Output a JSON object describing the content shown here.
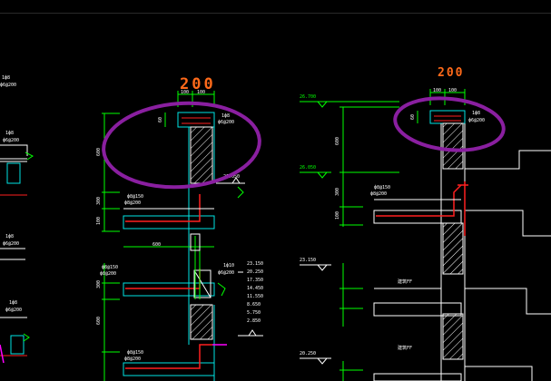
{
  "window": {
    "background": "#000000"
  },
  "colors": {
    "white": "#ffffff",
    "green": "#00ff00",
    "cyan": "#00e5e5",
    "red": "#ff2020",
    "magenta": "#ff00ff",
    "orange": "#ff6a1a",
    "purple": "#8a1fa0"
  },
  "annotations": {
    "left_handwritten": "200",
    "right_handwritten": "200"
  },
  "left_detail": {
    "dims_top": [
      "100",
      "100"
    ],
    "dim_cap": "60",
    "rebar_cap_top": "1ф8",
    "rebar_cap_bot": "ф6@200",
    "elev_a": "26.050",
    "dim_wall": "600",
    "rebar_slab": "ф8@150",
    "rebar_slab2": "ф8@200",
    "dim_300": "300",
    "dim_100": "100",
    "dim_600": "600",
    "rebar_mid_a": "ф8@150",
    "rebar_mid_b": "ф8@200",
    "rebar_mid_c": "1ф10",
    "rebar_mid_d": "ф6@200",
    "elevations": [
      "23.150",
      "20.250",
      "17.350",
      "14.450",
      "11.550",
      "8.650",
      "5.750",
      "2.850"
    ],
    "rebar_low": "ф8@150",
    "rebar_low2": "ф8@200"
  },
  "right_detail": {
    "elev_top": "26.700",
    "dims_top": [
      "100",
      "100"
    ],
    "dim_cap": "60",
    "rebar_cap_top": "1ф8",
    "rebar_cap_bot": "ф6@200",
    "dim_600": "600",
    "elev_b": "26.050",
    "rebar_a": "ф8@150",
    "rebar_b": "ф8@200",
    "dim_300": "300",
    "dim_100": "100",
    "elev_c": "23.150",
    "label_1": "建筑FF",
    "elev_d": "20.250",
    "label_2": "建筑FF"
  },
  "far_left": {
    "tags": [
      "1ф8",
      "ф6@200",
      "1ф8",
      "ф6@200",
      "1ф8",
      "ф6@200",
      "1ф8",
      "ф6@200"
    ]
  }
}
